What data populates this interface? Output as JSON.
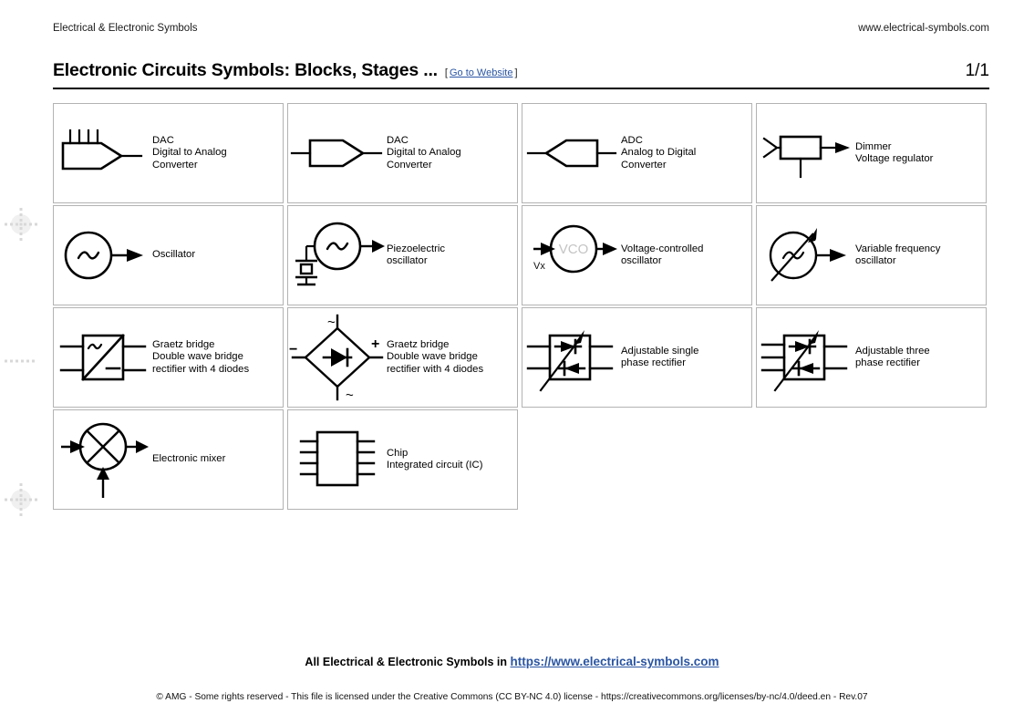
{
  "header": {
    "left_text": "Electrical & Electronic Symbols",
    "right_text": "www.electrical-symbols.com"
  },
  "title": {
    "text": "Electronic Circuits Symbols: Blocks, Stages ...",
    "bracket_open": "[",
    "link_label": "Go to Website",
    "bracket_close": "]",
    "page_number": "1/1"
  },
  "symbols": [
    {
      "id": "dac-parallel",
      "icon": "dac-parallel-icon",
      "label": "DAC\nDigital to Analog\nConverter"
    },
    {
      "id": "dac-serial",
      "icon": "dac-serial-icon",
      "label": "DAC\nDigital to Analog\nConverter"
    },
    {
      "id": "adc",
      "icon": "adc-icon",
      "label": "ADC\nAnalog to Digital\nConverter"
    },
    {
      "id": "dimmer",
      "icon": "dimmer-icon",
      "label": "Dimmer\nVoltage regulator"
    },
    {
      "id": "oscillator",
      "icon": "oscillator-icon",
      "label": "Oscillator"
    },
    {
      "id": "piezoelectric-oscillator",
      "icon": "piezoelectric-oscillator-icon",
      "label": "Piezoelectric\noscillator"
    },
    {
      "id": "vco",
      "icon": "vco-icon",
      "label": "Voltage-controlled\noscillator",
      "inner_text": "VCO",
      "port_label": "Vx"
    },
    {
      "id": "variable-frequency-oscillator",
      "icon": "variable-frequency-oscillator-icon",
      "label": "Variable frequency\noscillator"
    },
    {
      "id": "graetz-bridge-box",
      "icon": "graetz-bridge-box-icon",
      "label": "Graetz bridge\nDouble wave bridge\nrectifier with 4 diodes",
      "marks": {
        "ac": "~",
        "dc": "−"
      }
    },
    {
      "id": "graetz-bridge-diamond",
      "icon": "graetz-bridge-diamond-icon",
      "label": "Graetz bridge\nDouble wave bridge\nrectifier with 4 diodes",
      "marks": {
        "ac_top": "~",
        "ac_bottom": "~",
        "minus": "−",
        "plus": "+"
      }
    },
    {
      "id": "adjustable-single-phase-rectifier",
      "icon": "adjustable-single-phase-rectifier-icon",
      "label": "Adjustable single\nphase rectifier"
    },
    {
      "id": "adjustable-three-phase-rectifier",
      "icon": "adjustable-three-phase-rectifier-icon",
      "label": "Adjustable three\nphase rectifier"
    },
    {
      "id": "electronic-mixer",
      "icon": "electronic-mixer-icon",
      "label": "Electronic mixer"
    },
    {
      "id": "chip-ic",
      "icon": "chip-ic-icon",
      "label": "Chip\nIntegrated circuit (IC)"
    }
  ],
  "footer": {
    "main_prefix": "All Electrical & Electronic Symbols in ",
    "main_link": "https://www.electrical-symbols.com",
    "legal": "© AMG - Some rights reserved - This file is licensed under the Creative Commons (CC BY-NC 4.0) license - https://creativecommons.org/licenses/by-nc/4.0/deed.en - Rev.07"
  },
  "colors": {
    "link": "#2a55a3",
    "card_border": "#b3b3b3",
    "stroke": "#000000",
    "muted": "#c8c8c8"
  }
}
